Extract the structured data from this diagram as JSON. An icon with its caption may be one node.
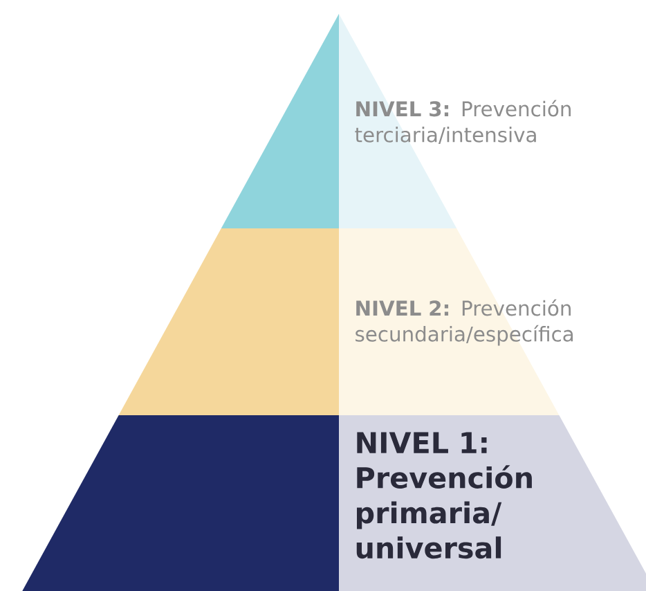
{
  "diagram": {
    "nodes": [
      {
        "text": [
          "**NIVEL 3:** Prevención terciaria/intensiva"
        ]
      },
      {
        "text": [
          "**NIVEL 2:** Prevención secundaria/específica"
        ]
      },
      {
        "text": [
          "NIVEL 1: Prevención primaria/ universal"
        ]
      }
    ]
  }
}
